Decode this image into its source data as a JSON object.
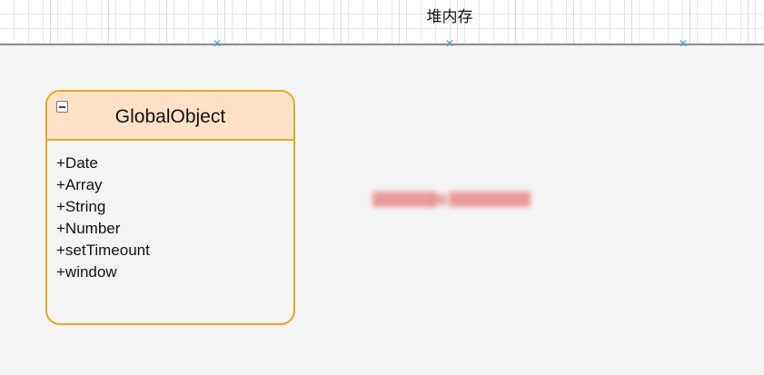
{
  "canvas": {
    "header_title": "堆内存",
    "grid_color": "#e6e6e6",
    "background_color": "#f4f4f4",
    "anchor_color": "#29a3e3"
  },
  "uml_class": {
    "title": "GlobalObject",
    "border_color": "#e6a920",
    "header_fill": "#ffe2c6",
    "members": [
      "+Date",
      "+Array",
      "+String",
      "+Number",
      "+setTimeount",
      "+window"
    ]
  },
  "icons": {
    "anchor": "x-mark-icon",
    "collapse": "minus-box-icon"
  }
}
